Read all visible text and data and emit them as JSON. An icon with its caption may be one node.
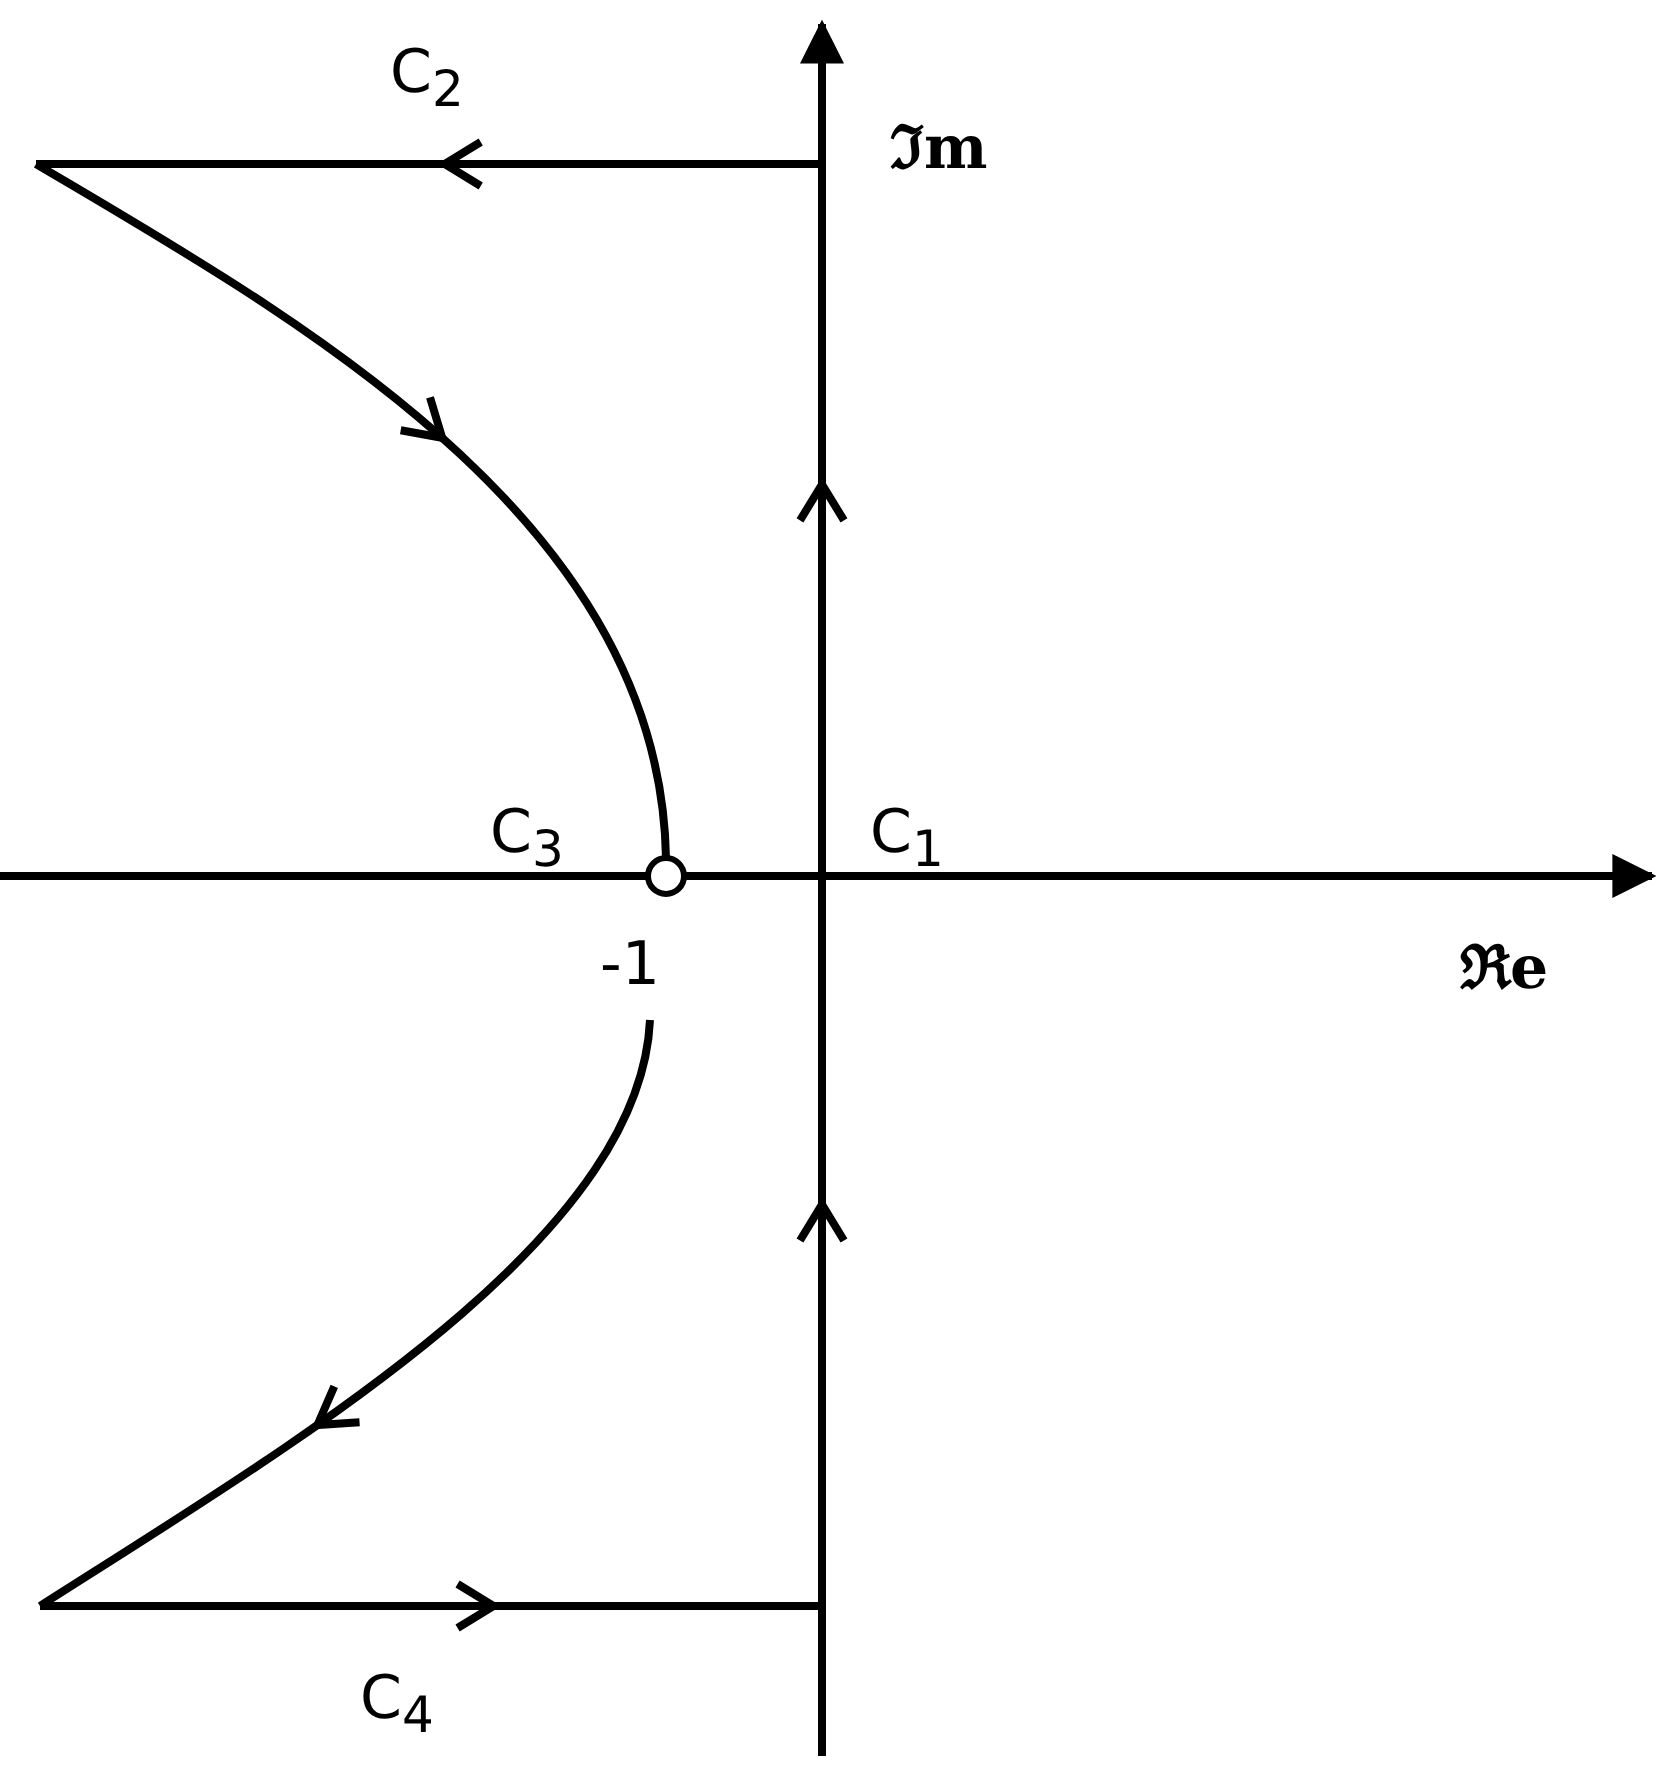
{
  "diagram": {
    "labels": [
      "C$_{2}$",
      "ℑm",
      "C$_{3}$",
      "C$_{1}$",
      "-1",
      "ℜe",
      "C$_{4}$"
    ]
  }
}
